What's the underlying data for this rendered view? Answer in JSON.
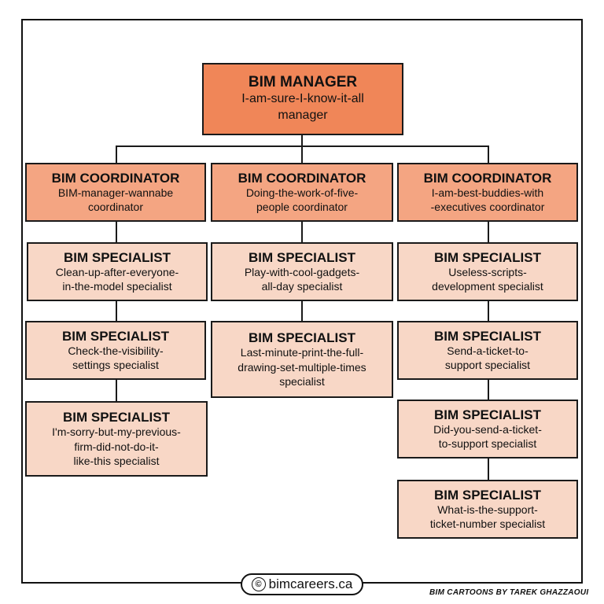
{
  "manager": {
    "title": "BIM MANAGER",
    "desc_lines": [
      "I-am-sure-I-know-it-all",
      "manager"
    ]
  },
  "columns": [
    {
      "coordinator": {
        "title": "BIM COORDINATOR",
        "desc_lines": [
          "BIM-manager-wannabe",
          "coordinator"
        ]
      },
      "specialists": [
        {
          "title": "BIM SPECIALIST",
          "desc_lines": [
            "Clean-up-after-everyone-",
            "in-the-model specialist"
          ]
        },
        {
          "title": "BIM SPECIALIST",
          "desc_lines": [
            "Check-the-visibility-",
            "settings specialist"
          ]
        },
        {
          "title": "BIM SPECIALIST",
          "desc_lines": [
            "I'm-sorry-but-my-previous-",
            "firm-did-not-do-it-",
            "like-this specialist"
          ]
        }
      ]
    },
    {
      "coordinator": {
        "title": "BIM COORDINATOR",
        "desc_lines": [
          "Doing-the-work-of-five-",
          "people coordinator"
        ]
      },
      "specialists": [
        {
          "title": "BIM SPECIALIST",
          "desc_lines": [
            "Play-with-cool-gadgets-",
            "all-day specialist"
          ]
        },
        {
          "title": "BIM SPECIALIST",
          "desc_lines": [
            "Last-minute-print-the-full-",
            "drawing-set-multiple-times",
            "specialist"
          ]
        }
      ]
    },
    {
      "coordinator": {
        "title": "BIM COORDINATOR",
        "desc_lines": [
          "I-am-best-buddies-with",
          "-executives coordinator"
        ]
      },
      "specialists": [
        {
          "title": "BIM SPECIALIST",
          "desc_lines": [
            "Useless-scripts-",
            "development specialist"
          ]
        },
        {
          "title": "BIM SPECIALIST",
          "desc_lines": [
            "Send-a-ticket-to-",
            "support specialist"
          ]
        },
        {
          "title": "BIM SPECIALIST",
          "desc_lines": [
            "Did-you-send-a-ticket-",
            "to-support specialist"
          ]
        },
        {
          "title": "BIM SPECIALIST",
          "desc_lines": [
            "What-is-the-support-",
            "ticket-number specialist"
          ]
        }
      ]
    }
  ],
  "footer": {
    "copyright_symbol": "©",
    "site": "bimcareers.ca",
    "credit": "BIM CARTOONS BY TAREK GHAZZAOUI"
  }
}
